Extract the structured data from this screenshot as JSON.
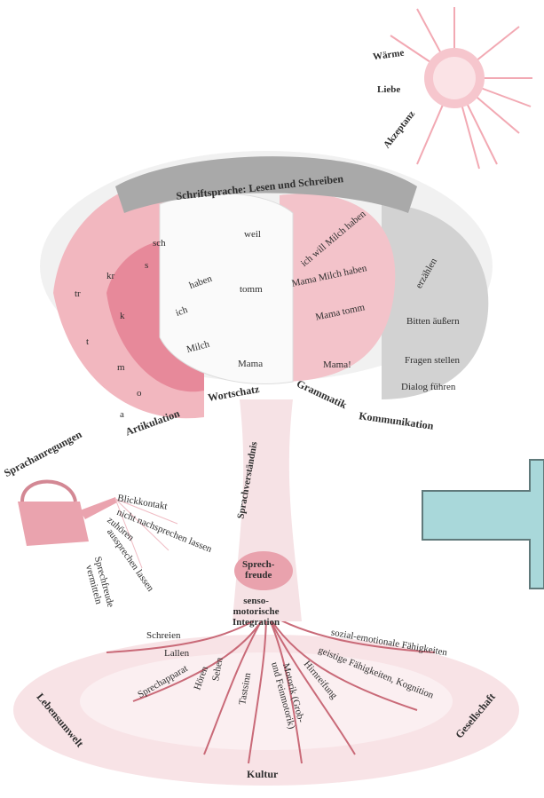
{
  "sun": {
    "words": [
      "Wärme",
      "Liebe",
      "Akzeptanz"
    ]
  },
  "crown": {
    "top": "Schriftsprache: Lesen und Schreiben",
    "articulation": {
      "title": "Artikulation",
      "sounds": [
        "sch",
        "kr",
        "s",
        "tr",
        "k",
        "t",
        "m",
        "o",
        "a"
      ]
    },
    "vocabulary": {
      "title": "Wortschatz",
      "words": [
        "weil",
        "haben",
        "tomm",
        "ich",
        "Milch",
        "Mama"
      ]
    },
    "grammar": {
      "title": "Grammatik",
      "phrases": [
        "ich will Milch haben",
        "Mama Milch haben",
        "Mama tomm",
        "Mama!"
      ]
    },
    "communication": {
      "title": "Kommunikation",
      "items": [
        "erzählen",
        "Bitten äußern",
        "Fragen stellen",
        "Dialog führen"
      ]
    }
  },
  "trunk": {
    "understanding": "Sprachverständnis",
    "joy": "Sprech-\nfreude",
    "integration": "senso-\nmotorische\nIntegration"
  },
  "watering": {
    "title": "Sprachanregungen",
    "items": [
      "Blickkontakt",
      "nicht nachsprechen lassen",
      "zuhören",
      "aussprechen lassen",
      "Sprechfreude\nvermitteln"
    ]
  },
  "roots": [
    "Schreien",
    "Lallen",
    "Sprechapparat",
    "Hören",
    "Sehen",
    "Tastsinn",
    "Motorik (Grob-\nund Feinmotorik)",
    "Hirnreifung",
    "sozial-emotionale Fähigkeiten",
    "geistige Fähigkeiten, Kognition"
  ],
  "ground": {
    "left": "Lebensumwelt",
    "right": "Gesellschaft",
    "bottom": "Kultur"
  },
  "colors": {
    "pink": "#e8a0aa",
    "red": "#c9485a",
    "grey": "#8a8a8a",
    "arrow": "#a9d8da"
  }
}
